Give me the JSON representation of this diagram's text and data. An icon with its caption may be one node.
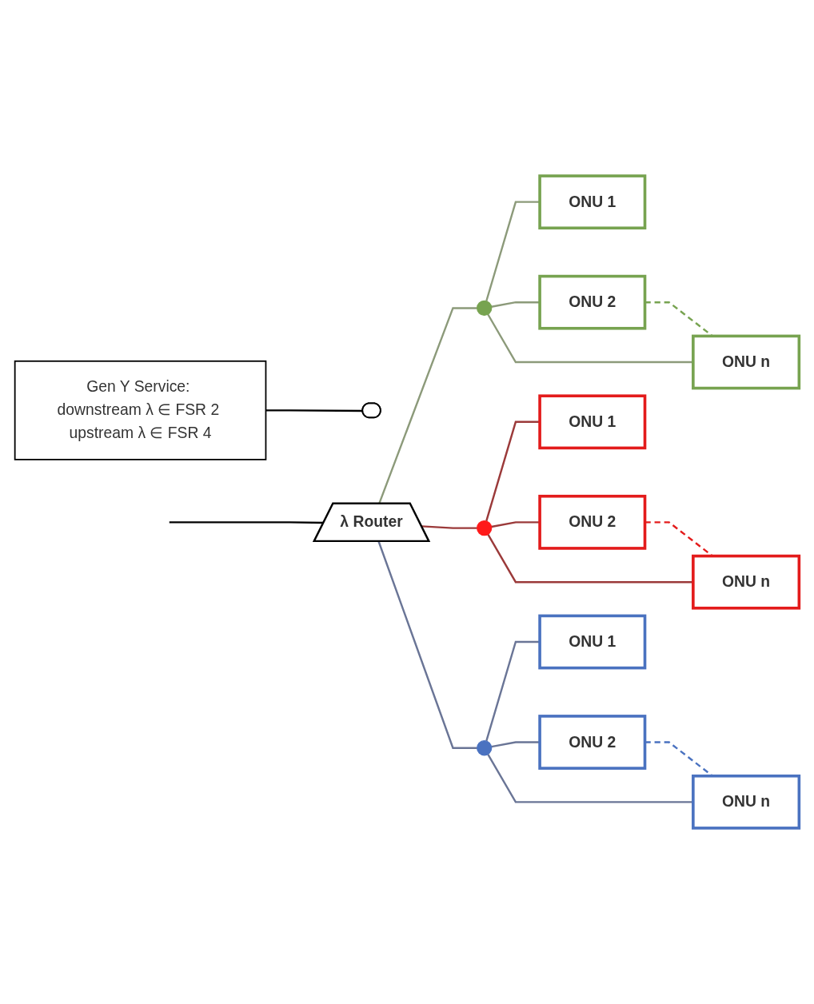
{
  "diagram": {
    "nodes": [
      {
        "text": [
          "Gen Y Service: downstream λ ∈ FSR 2 upstream λ ∈ FSR 4"
        ]
      },
      {
        "text": [],
        "shape": "ellipse"
      },
      {
        "text": [
          "λ Router"
        ]
      },
      {
        "text": [],
        "shape": "circle"
      },
      {
        "text": [
          "ONU 1"
        ]
      },
      {
        "text": [
          "ONU 2"
        ]
      },
      {
        "text": [
          "ONU n"
        ]
      },
      {
        "text": [],
        "shape": "circle"
      },
      {
        "text": [
          "ONU 1"
        ]
      },
      {
        "text": [
          "ONU 2"
        ]
      },
      {
        "text": [
          "ONU n"
        ]
      },
      {
        "text": [],
        "shape": "circle"
      },
      {
        "text": [
          "ONU 1"
        ]
      },
      {
        "text": [
          "ONU 2"
        ]
      },
      {
        "text": [
          "ONU n"
        ]
      }
    ],
    "edges": [
      {
        "from": 0,
        "to": 1,
        "arrow": "none",
        "color": "#000000"
      },
      {
        "from": null,
        "to": 2,
        "arrow": "none",
        "color": "#000000"
      },
      {
        "from": 2,
        "to": 3,
        "arrow": "none",
        "color": "#8c9a7a"
      },
      {
        "from": 3,
        "to": 4,
        "arrow": "none",
        "color": "#8c9a7a"
      },
      {
        "from": 3,
        "to": 5,
        "arrow": "none",
        "color": "#8c9a7a"
      },
      {
        "from": 3,
        "to": 6,
        "arrow": "none",
        "color": "#8c9a7a"
      },
      {
        "from": 5,
        "to": 6,
        "arrow": "none",
        "style": "dashed",
        "color": "#77a350"
      },
      {
        "from": 2,
        "to": 7,
        "arrow": "none",
        "color": "#9b3a3a"
      },
      {
        "from": 7,
        "to": 8,
        "arrow": "none",
        "color": "#9b3a3a"
      },
      {
        "from": 7,
        "to": 9,
        "arrow": "none",
        "color": "#9b3a3a"
      },
      {
        "from": 7,
        "to": 10,
        "arrow": "none",
        "color": "#9b3a3a"
      },
      {
        "from": 9,
        "to": 10,
        "arrow": "none",
        "style": "dashed",
        "color": "#e31b1b"
      },
      {
        "from": 2,
        "to": 11,
        "arrow": "none",
        "color": "#6a7596"
      },
      {
        "from": 11,
        "to": 12,
        "arrow": "none",
        "color": "#6a7596"
      },
      {
        "from": 11,
        "to": 13,
        "arrow": "none",
        "color": "#6a7596"
      },
      {
        "from": 11,
        "to": 14,
        "arrow": "none",
        "color": "#6a7596"
      },
      {
        "from": 13,
        "to": 14,
        "arrow": "none",
        "style": "dashed",
        "color": "#4a72c0"
      }
    ]
  }
}
